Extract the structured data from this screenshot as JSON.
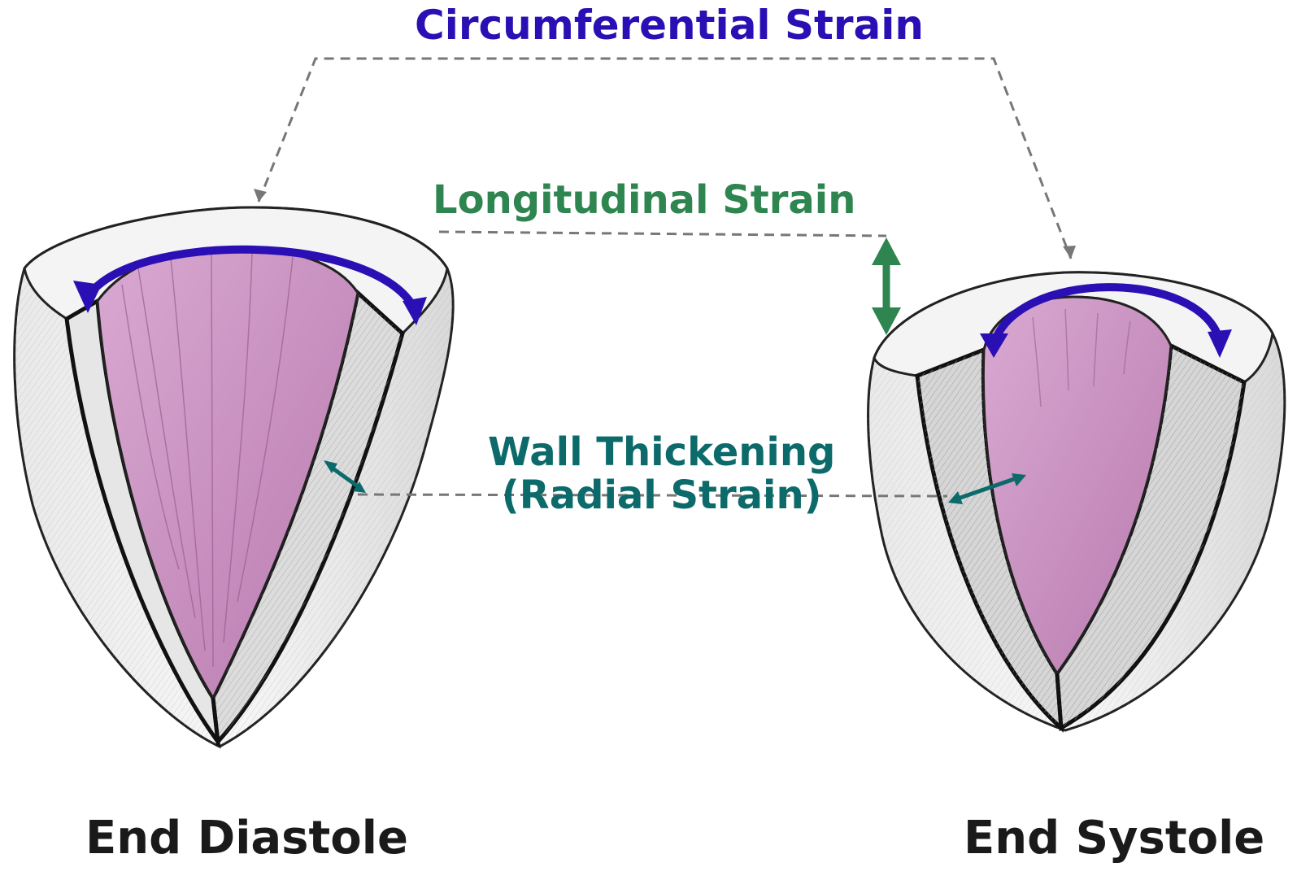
{
  "labels": {
    "circumferential": "Circumferential Strain",
    "longitudinal": "Longitudinal Strain",
    "wall_line1": "Wall Thickening",
    "wall_line2": "(Radial Strain)",
    "end_diastole": "End Diastole",
    "end_systole": "End Systole"
  },
  "colors": {
    "circumferential": "#2a10b4",
    "longitudinal": "#2e8550",
    "radial": "#0c6a6a",
    "cavity": "#c98fc0",
    "outline": "#111111",
    "guide": "#777777"
  }
}
